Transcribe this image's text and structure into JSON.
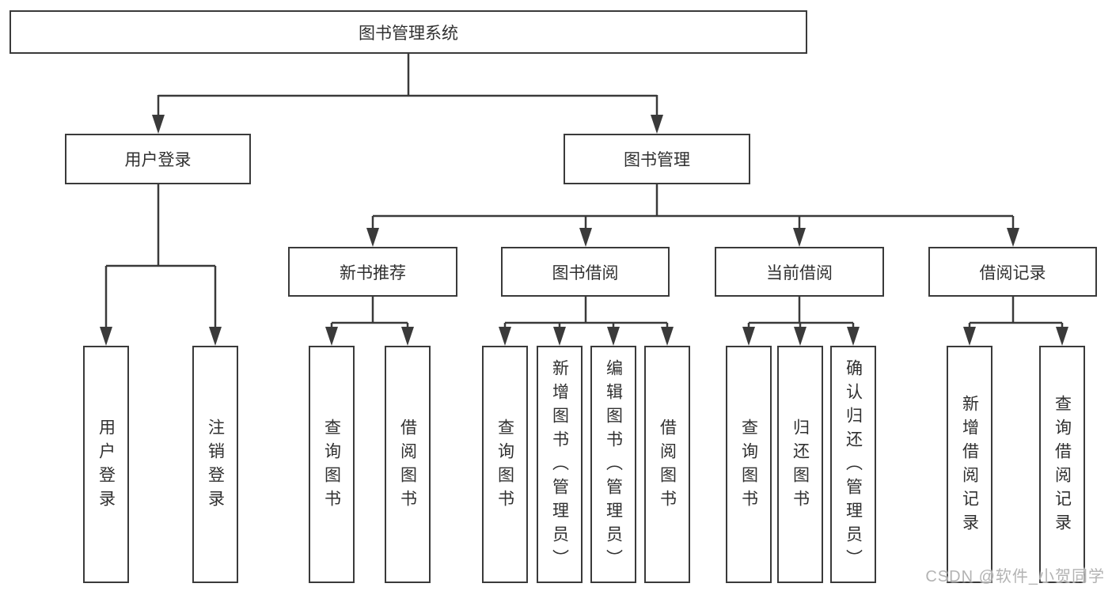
{
  "diagram": {
    "root": {
      "label": "图书管理系统"
    },
    "level2": [
      {
        "label": "用户登录"
      },
      {
        "label": "图书管理"
      }
    ],
    "level3": [
      {
        "label": "新书推荐"
      },
      {
        "label": "图书借阅"
      },
      {
        "label": "当前借阅"
      },
      {
        "label": "借阅记录"
      }
    ],
    "leaves": {
      "user_login": [
        "用户登录",
        "注销登录"
      ],
      "new_book_recommend": [
        "查询图书",
        "借阅图书"
      ],
      "book_borrow": [
        "查询图书",
        "新增图书（管理员）",
        "编辑图书（管理员）",
        "借阅图书"
      ],
      "current_borrow": [
        "查询图书",
        "归还图书",
        "确认归还（管理员）"
      ],
      "borrow_records": [
        "新增借阅记录",
        "查询借阅记录"
      ]
    }
  },
  "watermark": {
    "text": "CSDN @软件_小贺同学"
  },
  "colors": {
    "line": "#3a3a3a",
    "text": "#303030",
    "node_bg": "#ffffff",
    "background": "#ffffff",
    "watermark": "#b3b3b3"
  }
}
